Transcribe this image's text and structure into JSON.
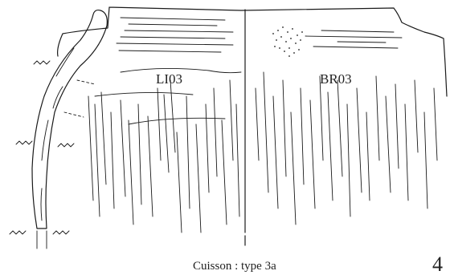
{
  "labels": {
    "left_panel": "LI03",
    "right_panel": "BR03",
    "caption": "Cuisson : type 3a",
    "page_number": "4"
  }
}
